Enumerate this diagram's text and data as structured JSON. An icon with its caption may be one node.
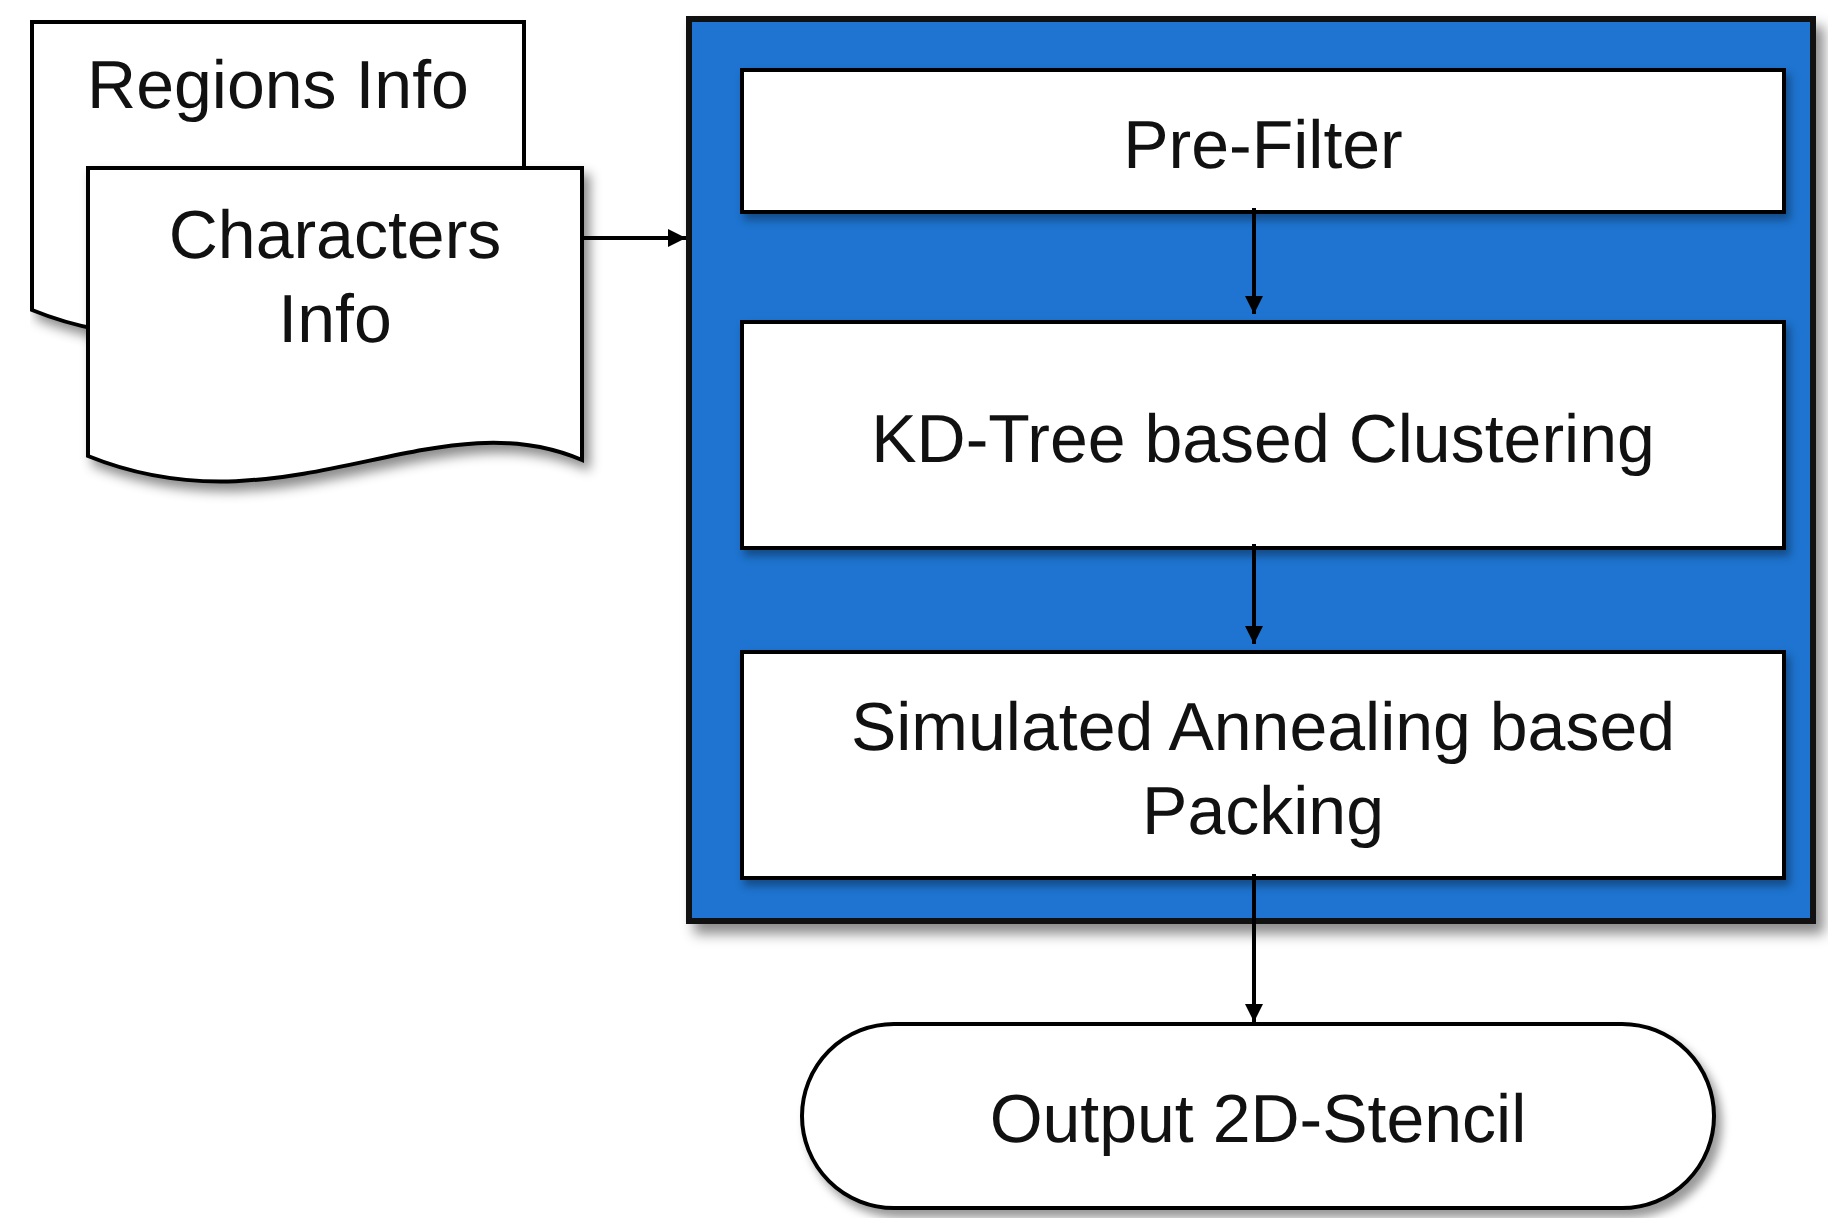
{
  "diagram": {
    "nodes": [
      {
        "text": [
          "Regions Info"
        ]
      },
      {
        "text": [
          "Characters Info"
        ]
      },
      {
        "text": [],
        "shape": "box"
      },
      {
        "text": [
          "Pre-Filter"
        ],
        "in": 2
      },
      {
        "text": [
          "KD-Tree based Clustering"
        ],
        "in": 2
      },
      {
        "text": [
          "Simulated Annealing based Packing"
        ],
        "in": 2
      },
      {
        "text": [
          "Output 2D-Stencil"
        ]
      }
    ],
    "edges": [
      {
        "from": 1,
        "to": 2,
        "arrow": "to"
      },
      {
        "from": 3,
        "to": 4,
        "arrow": "to"
      },
      {
        "from": 4,
        "to": 5,
        "arrow": "to"
      },
      {
        "from": 5,
        "to": 6,
        "arrow": "to"
      }
    ]
  }
}
